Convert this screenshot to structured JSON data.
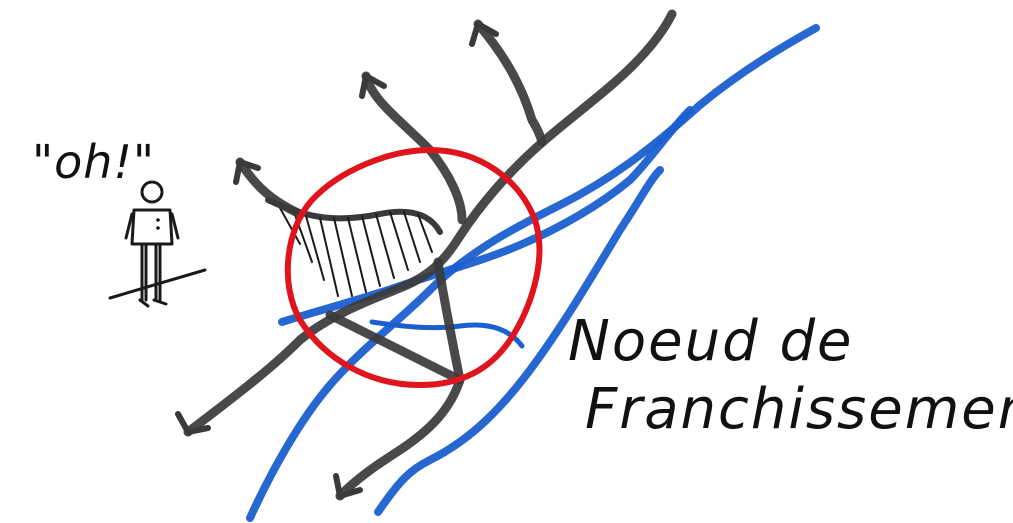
{
  "figure": {
    "exclamation": "\"oh!\"",
    "caption_line1": "Noeud de",
    "caption_line2": "Franchissement"
  },
  "colors": {
    "roads": "#3a3a3a",
    "water": "#1a5fd0",
    "node_ring": "#e0141c",
    "ink": "#1a1a1a"
  }
}
